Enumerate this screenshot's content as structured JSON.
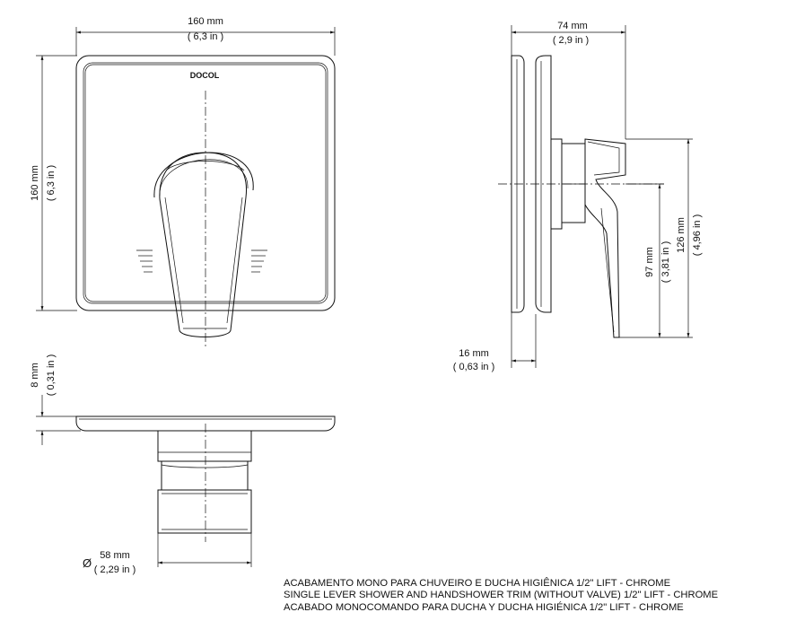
{
  "brand": "DOCOL",
  "dimensions": {
    "front_width": {
      "mm": "160 mm",
      "in": "( 6,3 in )"
    },
    "front_height": {
      "mm": "160 mm",
      "in": "( 6,3 in )"
    },
    "side_depth": {
      "mm": "74 mm",
      "in": "( 2,9 in )"
    },
    "plate_depth": {
      "mm": "16 mm",
      "in": "( 0,63 in )"
    },
    "axis_height": {
      "mm": "97 mm",
      "in": "( 3,81 in )"
    },
    "lever_height": {
      "mm": "126 mm",
      "in": "( 4,96 in )"
    },
    "plate_thickness": {
      "mm": "8 mm",
      "in": "( 0,31 in )"
    },
    "body_diameter": {
      "symbol": "Ø",
      "mm": "58 mm",
      "in": "( 2,29 in )"
    }
  },
  "captions": [
    "ACABAMENTO MONO PARA CHUVEIRO E DUCHA HIGIÊNICA 1/2\" LIFT - CHROME",
    "SINGLE LEVER SHOWER AND HANDSHOWER TRIM (WITHOUT VALVE) 1/2\" LIFT - CHROME",
    "ACABADO MONOCOMANDO PARA DUCHA Y DUCHA HIGIÉNICA 1/2\" LIFT - CHROME"
  ]
}
